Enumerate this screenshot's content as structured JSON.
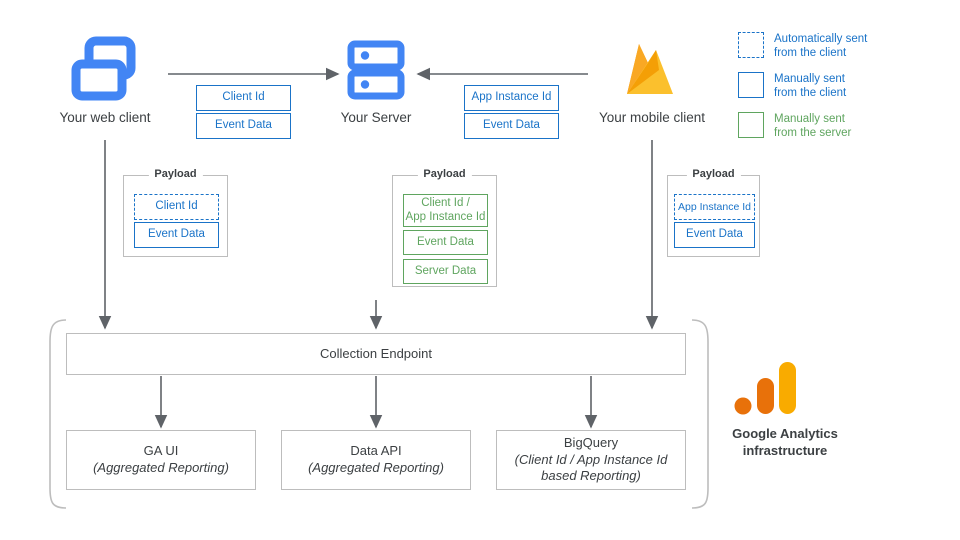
{
  "nodes": {
    "web_client": {
      "caption": "Your web client",
      "icon": "browser-windows-icon"
    },
    "server": {
      "caption": "Your Server",
      "icon": "server-racks-icon"
    },
    "mobile_client": {
      "caption": "Your mobile client",
      "icon": "firebase-flame-icon"
    }
  },
  "flows": {
    "web_to_server": [
      {
        "label": "Client Id"
      },
      {
        "label": "Event Data"
      }
    ],
    "mobile_to_server": [
      {
        "label": "App Instance Id"
      },
      {
        "label": "Event Data"
      }
    ]
  },
  "payloads": [
    {
      "title": "Payload",
      "items": [
        {
          "label": "Client Id",
          "style": "dashed-blue"
        },
        {
          "label": "Event Data",
          "style": "solid-blue"
        }
      ]
    },
    {
      "title": "Payload",
      "items": [
        {
          "label": "Client Id /\nApp Instance Id",
          "line1": "Client Id /",
          "line2": "App Instance Id",
          "style": "solid-green"
        },
        {
          "label": "Event Data",
          "style": "solid-green"
        },
        {
          "label": "Server Data",
          "style": "solid-green"
        }
      ]
    },
    {
      "title": "Payload",
      "items": [
        {
          "label": "App Instance Id",
          "style": "dashed-blue"
        },
        {
          "label": "Event Data",
          "style": "solid-blue"
        }
      ]
    }
  ],
  "infrastructure": {
    "collection_endpoint": "Collection Endpoint",
    "outputs": [
      {
        "title": "GA UI",
        "subtitle_lines": [
          "(Aggregated Reporting)"
        ]
      },
      {
        "title": "Data API",
        "subtitle_lines": [
          "(Aggregated Reporting)"
        ]
      },
      {
        "title": "BigQuery",
        "subtitle_lines": [
          "(Client Id / App Instance Id",
          "based Reporting)"
        ]
      }
    ],
    "brand": {
      "line1": "Google Analytics",
      "line2": "infrastructure",
      "logo": "google-analytics-bars-icon"
    }
  },
  "legend": [
    {
      "line1": "Automatically sent",
      "line2": "from the client",
      "swatch": "dashed-blue"
    },
    {
      "line1": "Manually sent",
      "line2": "from the client",
      "swatch": "solid-blue"
    },
    {
      "line1": "Manually sent",
      "line2": "from the server",
      "swatch": "solid-green"
    }
  ],
  "colors": {
    "blue_accent": "#1a73c8",
    "green_accent": "#5fa55f",
    "icon_blue": "#4285f4",
    "ga_orange": "#f29900",
    "ga_amber": "#fbbc04",
    "arrow_gray": "#5f6368",
    "border_gray": "#bdbdbd"
  }
}
